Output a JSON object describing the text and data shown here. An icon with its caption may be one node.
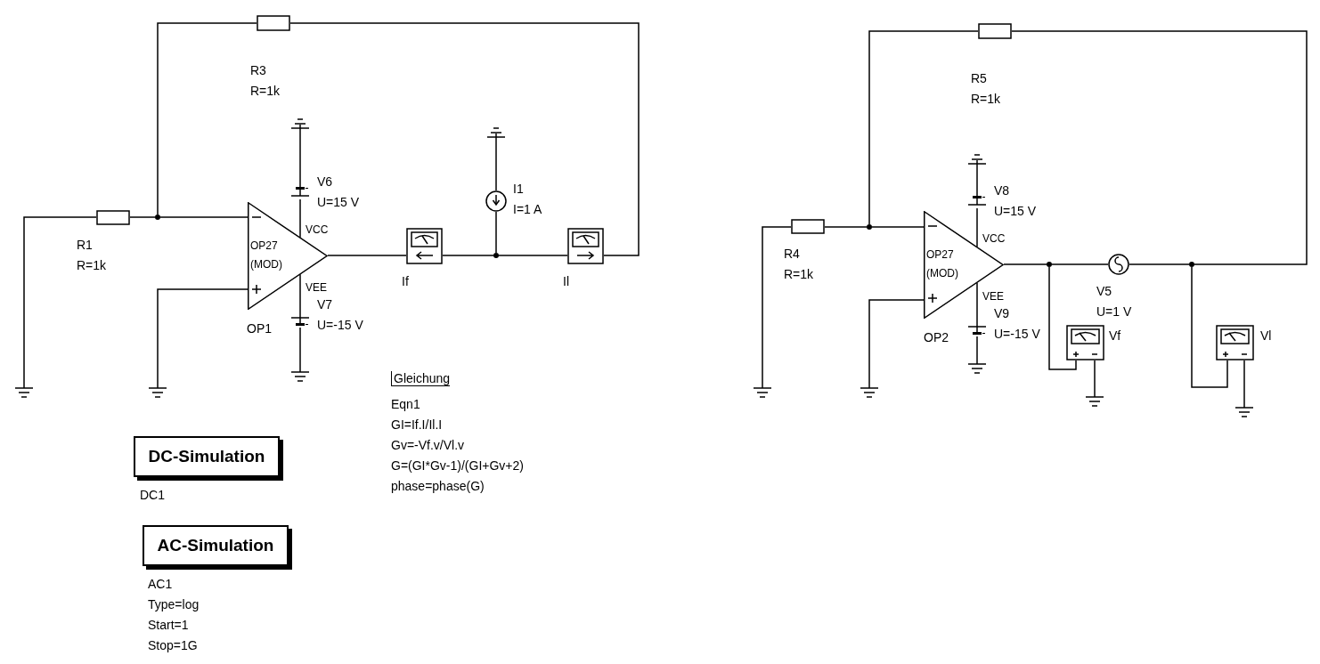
{
  "diagram": {
    "nodes": [
      {
        "text": [],
        "shape": "resistor",
        "beside": [
          "R3",
          "R=1k"
        ]
      },
      {
        "text": [],
        "shape": "resistor",
        "beside": [
          "R1",
          "R=1k"
        ]
      },
      {
        "text": [],
        "shape": "dot"
      },
      {
        "text": [
          "OP27 (MOD)"
        ],
        "beside": [
          "OP1"
        ]
      },
      {
        "text": [],
        "shape": "battery"
      },
      {
        "text": [],
        "shape": "battery"
      },
      {
        "text": [],
        "shape": "circle",
        "beside": [
          "I1",
          "I=1 A"
        ]
      },
      {
        "text": [],
        "shape": "meter",
        "beside": [
          "If"
        ]
      },
      {
        "text": [],
        "shape": "dot"
      },
      {
        "text": [],
        "shape": "meter",
        "beside": [
          "Il"
        ]
      },
      {
        "text": [],
        "shape": "ground"
      },
      {
        "text": [],
        "shape": "ground"
      },
      {
        "text": [],
        "shape": "ground"
      },
      {
        "text": [],
        "shape": "ground"
      },
      {
        "text": [],
        "shape": "ground"
      },
      {
        "text": [],
        "shape": "resistor",
        "beside": [
          "R5",
          "R=1k"
        ]
      },
      {
        "text": [],
        "shape": "resistor",
        "beside": [
          "R4",
          "R=1k"
        ]
      },
      {
        "text": [],
        "shape": "dot"
      },
      {
        "text": [
          "OP27 (MOD)"
        ],
        "beside": [
          "OP2"
        ]
      },
      {
        "text": [],
        "shape": "battery"
      },
      {
        "text": [],
        "shape": "battery"
      },
      {
        "text": [],
        "shape": "dot"
      },
      {
        "text": [],
        "shape": "circle",
        "beside": [
          "V5",
          "U=1 V"
        ]
      },
      {
        "text": [],
        "shape": "dot"
      },
      {
        "text": [],
        "shape": "meter",
        "beside": [
          "Vf"
        ]
      },
      {
        "text": [],
        "shape": "meter",
        "beside": [
          "Vl"
        ]
      },
      {
        "text": [],
        "shape": "ground"
      },
      {
        "text": [],
        "shape": "ground"
      },
      {
        "text": [],
        "shape": "ground"
      },
      {
        "text": [],
        "shape": "ground"
      },
      {
        "text": [],
        "shape": "ground"
      },
      {
        "text": [],
        "shape": "ground"
      },
      {
        "text": [
          "DC-Simulation"
        ],
        "beside": [
          "DC1"
        ]
      },
      {
        "text": [
          "AC-Simulation"
        ],
        "beside": [
          "AC1",
          "Type=log",
          "Start=1",
          "Stop=1G"
        ]
      }
    ],
    "edges": [
      {
        "from": 10,
        "to": 1,
        "arrow": "none"
      },
      {
        "from": 1,
        "to": 2,
        "arrow": "none"
      },
      {
        "from": 2,
        "to": 3,
        "arrow": "none"
      },
      {
        "from": 2,
        "to": 0,
        "arrow": "none"
      },
      {
        "from": 0,
        "to": 9,
        "arrow": "none"
      },
      {
        "from": 3,
        "to": 7,
        "arrow": "none"
      },
      {
        "from": 7,
        "to": 8,
        "arrow": "none"
      },
      {
        "from": 8,
        "to": 9,
        "arrow": "none"
      },
      {
        "from": 6,
        "to": 8,
        "arrow": "none"
      },
      {
        "from": 14,
        "to": 6,
        "arrow": "none"
      },
      {
        "from": 12,
        "to": 4,
        "arrow": "none"
      },
      {
        "from": 4,
        "to": 3,
        "arrow": "none"
      },
      {
        "from": 3,
        "to": 5,
        "arrow": "none"
      },
      {
        "from": 5,
        "to": 13,
        "arrow": "none"
      },
      {
        "from": 11,
        "to": 3,
        "arrow": "none"
      },
      {
        "from": 26,
        "to": 16,
        "arrow": "none"
      },
      {
        "from": 16,
        "to": 17,
        "arrow": "none"
      },
      {
        "from": 17,
        "to": 18,
        "arrow": "none"
      },
      {
        "from": 17,
        "to": 15,
        "arrow": "none"
      },
      {
        "from": 15,
        "to": 23,
        "arrow": "none"
      },
      {
        "from": 27,
        "to": 18,
        "arrow": "none"
      },
      {
        "from": 18,
        "to": 21,
        "arrow": "none"
      },
      {
        "from": 21,
        "to": 22,
        "arrow": "none"
      },
      {
        "from": 22,
        "to": 23,
        "arrow": "none"
      },
      {
        "from": 21,
        "to": 24,
        "arrow": "none"
      },
      {
        "from": 24,
        "to": 30,
        "arrow": "none"
      },
      {
        "from": 23,
        "to": 25,
        "arrow": "none"
      },
      {
        "from": 25,
        "to": 31,
        "arrow": "none"
      },
      {
        "from": 28,
        "to": 19,
        "arrow": "none"
      },
      {
        "from": 19,
        "to": 18,
        "arrow": "none"
      },
      {
        "from": 18,
        "to": 20,
        "arrow": "none"
      },
      {
        "from": 20,
        "to": 29,
        "arrow": "none"
      }
    ],
    "labels": [
      "V6",
      "U=15 V",
      "V7",
      "U=-15 V",
      "V8",
      "U=15 V",
      "V9",
      "U=-15 V",
      "VCC",
      "VEE",
      "VCC",
      "VEE",
      "Gleichung",
      "Eqn1",
      "GI=If.I/Il.I",
      "Gv=-Vf.v/Vl.v",
      "G=(GI*Gv-1)/(GI+Gv+2)",
      "phase=phase(G)"
    ]
  }
}
